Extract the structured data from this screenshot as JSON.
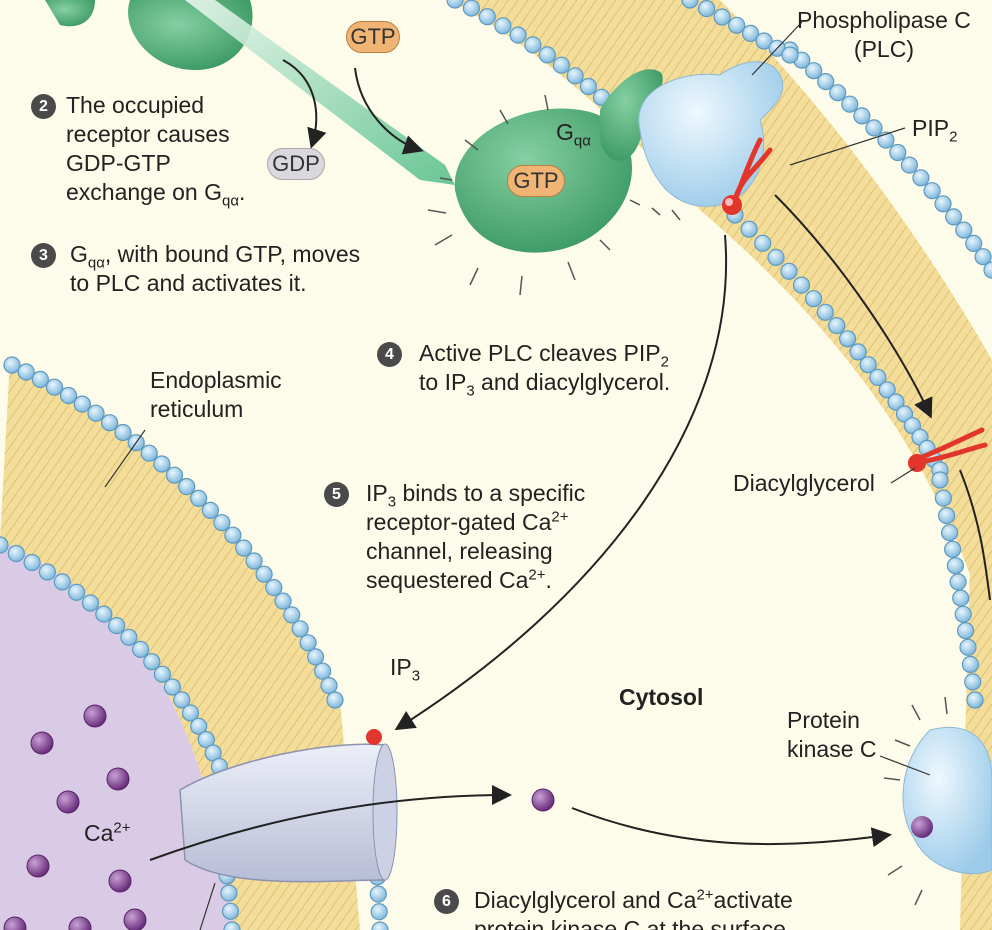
{
  "labels": {
    "gtp_top": "GTP",
    "gdp": "GDP",
    "gtp_bound": "GTP",
    "g_alpha": "G",
    "g_alpha_sub": "qα",
    "plc_line1": "Phospholipase C",
    "plc_line2": "(PLC)",
    "pip2": "PIP",
    "pip2_sub": "2",
    "diacylglycerol": "Diacylglycerol",
    "er_line1": "Endoplasmic",
    "er_line2": "reticulum",
    "ip3": "IP",
    "ip3_sub": "3",
    "cytosol": "Cytosol",
    "pkc_line1": "Protein",
    "pkc_line2": "kinase C",
    "ca_label": "Ca",
    "ca_sup": "2+"
  },
  "steps": {
    "s2": {
      "num": "2",
      "line1": "The occupied",
      "line2": "receptor causes",
      "line3": "GDP-GTP",
      "line4a": "exchange on G",
      "line4sub": "qα",
      "line4b": "."
    },
    "s3": {
      "num": "3",
      "line1a": "G",
      "line1sub": "qα",
      "line1b": ", with bound GTP, moves",
      "line2": "to PLC and activates it."
    },
    "s4": {
      "num": "4",
      "line1a": "Active PLC cleaves PIP",
      "line1sub": "2",
      "line2a": "to IP",
      "line2sub": "3",
      "line2b": " and diacylglycerol."
    },
    "s5": {
      "num": "5",
      "line1a": "IP",
      "line1sub": "3",
      "line1b": " binds to a specific",
      "line2a": "receptor-gated Ca",
      "line2sup": "2+",
      "line3": "channel, releasing",
      "line4a": "sequestered Ca",
      "line4sup": "2+",
      "line4b": "."
    },
    "s6": {
      "num": "6",
      "line1a": "Diacylglycerol and Ca",
      "line1sup": "2+",
      "line1b": "activate",
      "line2": "protein kinase C at the surface"
    }
  },
  "colors": {
    "membrane_fill": "#f3dd98",
    "lipid_head": "#a9d3ee",
    "g_protein": "#5bb784",
    "plc": "#c3e3f6",
    "er_lumen": "#d9cbe6",
    "calcium": "#8a4a9b",
    "gtp_pill": "#f0b474",
    "gdp_pill": "#d9d9dd",
    "lipid_red": "#e2352b"
  }
}
